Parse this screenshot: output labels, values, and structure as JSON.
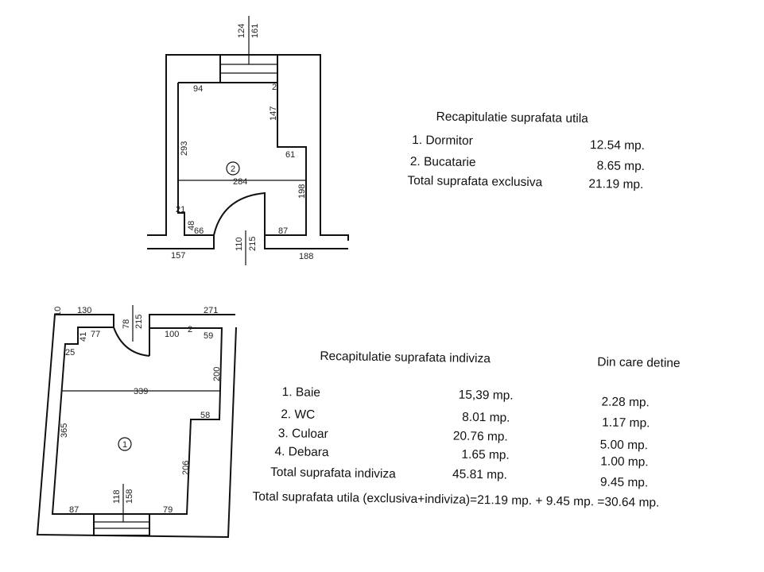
{
  "plan_upper": {
    "room_number": "2",
    "dims": {
      "d124": "124",
      "d161": "161",
      "d94": "94",
      "d2": "2",
      "d147": "147",
      "d293": "293",
      "d61": "61",
      "d284": "284",
      "d198": "198",
      "d21": "21",
      "d48": "48",
      "d66": "66",
      "d87": "87",
      "d110": "110",
      "d215": "215",
      "d157": "157",
      "d188": "188"
    }
  },
  "plan_lower": {
    "room_number": "1",
    "dims": {
      "d10": "10",
      "d130": "130",
      "d78": "78",
      "d215": "215",
      "d271": "271",
      "d41": "41",
      "d77": "77",
      "d100": "100",
      "d2": "2",
      "d59": "59",
      "d25": "25",
      "d200": "200",
      "d339": "339",
      "d58": "58",
      "d365": "365",
      "d206": "206",
      "d118": "118",
      "d158": "158",
      "d87": "87",
      "d79": "79"
    }
  },
  "utila": {
    "title": "Recapitulatie suprafata utila",
    "rows": [
      {
        "label": "1. Dormitor",
        "value": "12.54 mp."
      },
      {
        "label": "2. Bucatarie",
        "value": "8.65 mp."
      }
    ],
    "total_label": "Total suprafata exclusiva",
    "total_value": "21.19 mp."
  },
  "indiviza": {
    "title": "Recapitulatie suprafata indiviza",
    "share_header": "Din care detine",
    "rows": [
      {
        "label": "1. Baie",
        "value": "15,39 mp.",
        "share": "2.28 mp."
      },
      {
        "label": "2. WC",
        "value": "8.01 mp.",
        "share": "1.17 mp."
      },
      {
        "label": "3. Culoar",
        "value": "20.76 mp.",
        "share": "5.00 mp."
      },
      {
        "label": "4. Debara",
        "value": "1.65 mp.",
        "share": "1.00 mp."
      }
    ],
    "total_label": "Total suprafata indiviza",
    "total_value": "45.81 mp.",
    "total_share": "9.45 mp.",
    "grand_total": "Total suprafata utila (exclusiva+indiviza)=21.19 mp. + 9.45 mp. =30.64 mp."
  }
}
